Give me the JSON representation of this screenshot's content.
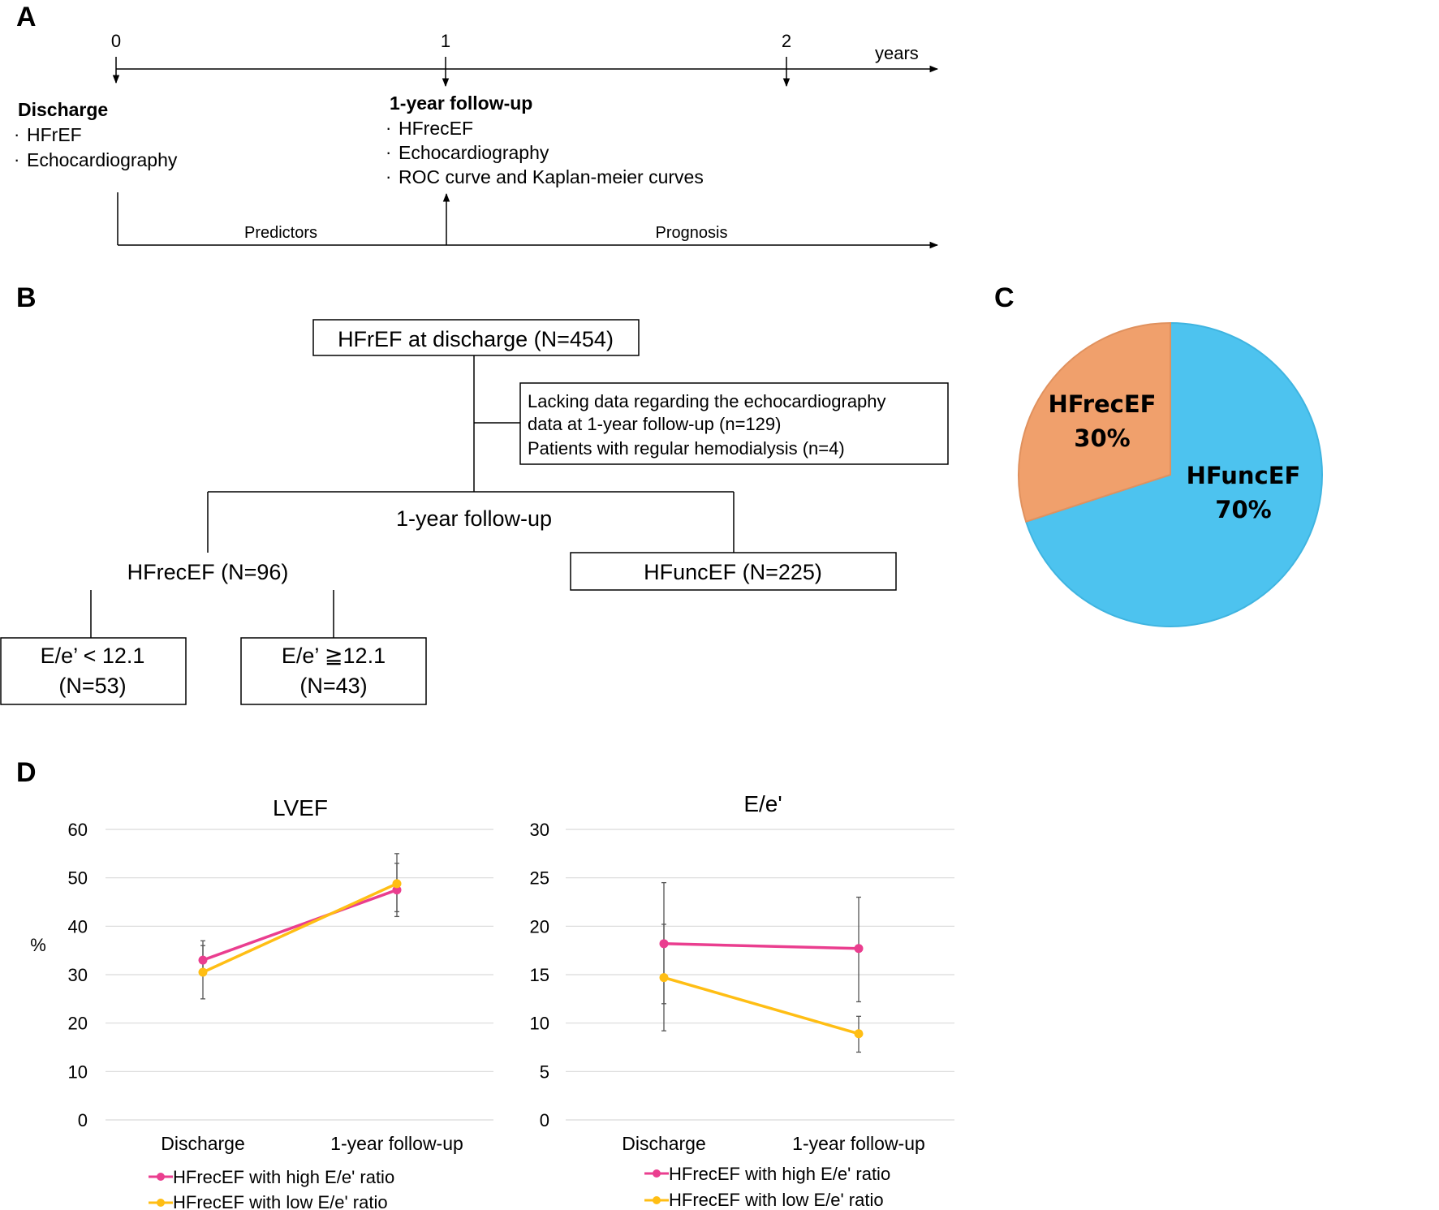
{
  "panel_a": {
    "label": "A",
    "ticks": [
      "0",
      "1",
      "2"
    ],
    "unit": "years",
    "discharge_title": "Discharge",
    "discharge_items": [
      "HFrEF",
      "Echocardiography"
    ],
    "followup_title": "1-year follow-up",
    "followup_items": [
      "HFrecEF",
      "Echocardiography",
      "ROC curve and Kaplan-meier curves"
    ],
    "predictors": "Predictors",
    "prognosis": "Prognosis",
    "bullet": "·"
  },
  "panel_b": {
    "label": "B",
    "top_box": "HFrEF at discharge (N=454)",
    "exclusion_lines": [
      "Lacking data regarding the echocardiography",
      "data at 1-year follow-up (n=129)",
      "Patients with regular hemodialysis (n=4)"
    ],
    "followup": "1-year follow-up",
    "hfrecef": "HFrecEF (N=96)",
    "hfuncef": "HFuncEF (N=225)",
    "low_box": [
      "E/e’ < 12.1",
      "(N=53)"
    ],
    "high_box": [
      "E/e’ ≧12.1",
      "(N=43)"
    ]
  },
  "panel_c": {
    "label": "C"
  },
  "panel_d": {
    "label": "D",
    "legend_high": "HFrecEF with high E/e' ratio",
    "legend_low": "HFrecEF with low E/e' ratio"
  },
  "colors": {
    "high": "#ea3e8f",
    "low": "#ffbe14",
    "hfrecef": "#f0a06c",
    "hfuncef": "#4dc3ef"
  },
  "chart_data": [
    {
      "type": "pie",
      "slices": [
        {
          "label": "HFrecEF",
          "value": 30,
          "text": "30%"
        },
        {
          "label": "HFuncEF",
          "value": 70,
          "text": "70%"
        }
      ]
    },
    {
      "type": "line",
      "title": "LVEF",
      "ylabel": "%",
      "categories": [
        "Discharge",
        "1-year follow-up"
      ],
      "ylim": [
        0,
        60
      ],
      "yticks": [
        "0",
        "10",
        "20",
        "30",
        "40",
        "50",
        "60"
      ],
      "grid": true,
      "legend": "bottom",
      "series": [
        {
          "name": "HFrecEF with high E/e' ratio",
          "values": [
            33.0,
            47.5
          ],
          "err_low": [
            30.0,
            43.0
          ],
          "err_high": [
            37.0,
            53.0
          ]
        },
        {
          "name": "HFrecEF with low E/e' ratio",
          "values": [
            30.5,
            48.8
          ],
          "err_low": [
            25.0,
            42.0
          ],
          "err_high": [
            36.0,
            55.0
          ]
        }
      ]
    },
    {
      "type": "line",
      "title": "E/e'",
      "categories": [
        "Discharge",
        "1-year follow-up"
      ],
      "ylim": [
        0,
        30
      ],
      "yticks": [
        "0",
        "5",
        "10",
        "15",
        "20",
        "25",
        "30"
      ],
      "grid": true,
      "legend": "bottom",
      "series": [
        {
          "name": "HFrecEF with high E/e' ratio",
          "values": [
            18.2,
            17.7
          ],
          "err_low": [
            12.0,
            12.2
          ],
          "err_high": [
            24.5,
            23.0
          ]
        },
        {
          "name": "HFrecEF with low E/e' ratio",
          "values": [
            14.7,
            8.9
          ],
          "err_low": [
            9.2,
            7.0
          ],
          "err_high": [
            20.2,
            10.7
          ]
        }
      ]
    }
  ]
}
